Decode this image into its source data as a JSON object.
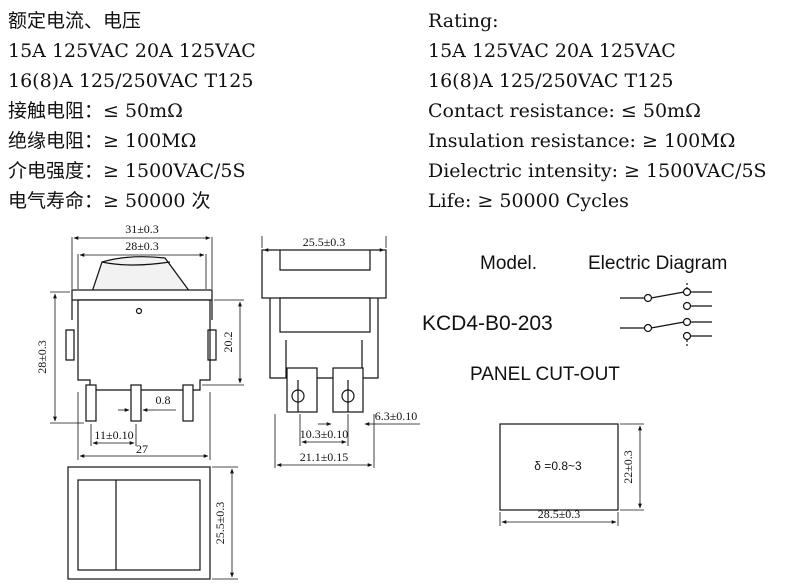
{
  "spec_cn": [
    "额定电流、电压",
    "15A 125VAC  20A 125VAC",
    "16(8)A 125/250VAC T125",
    "接触电阻：≤ 50mΩ",
    "绝缘电阻：≥ 100MΩ",
    "介电强度：≥ 1500VAC/5S",
    "电气寿命：≥ 50000 次"
  ],
  "spec_en": [
    "Rating:",
    "15A 125VAC  20A 125VAC",
    "16(8)A 125/250VAC T125",
    "Contact resistance: ≤ 50mΩ",
    "Insulation resistance: ≥ 100MΩ",
    "Dielectric intensity: ≥ 1500VAC/5S",
    "Life: ≥ 50000 Cycles"
  ],
  "labels": {
    "model_heading": "Model.",
    "electric_diagram": "Electric Diagram",
    "model_number": "KCD4-B0-203",
    "panel_cutout": "PANEL CUT-OUT"
  },
  "dims": {
    "front_width_outer": "31±0.3",
    "front_width_inner": "28±0.3",
    "front_height": "28±0.3",
    "body_height": "20.2",
    "terminal_thickness": "0.8",
    "terminal_spacing": "11±0.10",
    "body_width": "27",
    "side_width": "25.5±0.3",
    "terminal_width": "6.3±0.10",
    "terminal_pitch": "10.3±0.10",
    "side_base_width": "21.1±0.15",
    "bottom_height": "25.5±0.3",
    "cutout_height": "22±0.3",
    "cutout_width": "28.5±0.3",
    "panel_thickness": "δ =0.8~3"
  }
}
